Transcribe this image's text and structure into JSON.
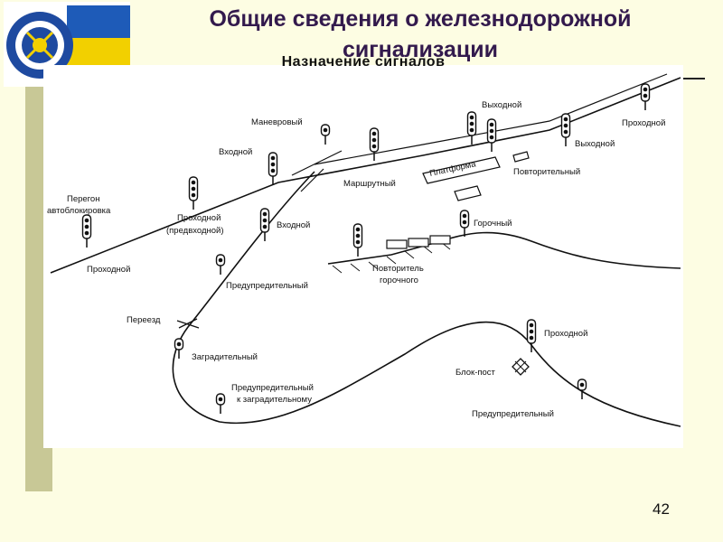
{
  "slide": {
    "title": "Общие сведения о железнодорожной сигнализации",
    "page_number": "42"
  },
  "figure": {
    "title": "Назначение сигналов",
    "labels": {
      "shunting": "Маневровый",
      "entry_top": "Входной",
      "exit_top": "Выходной",
      "pass_top": "Проходной",
      "exit_right": "Выходной",
      "platform": "Платформа",
      "route": "Маршрутный",
      "repeater": "Повторительный",
      "haul_line1": "Перегон",
      "haul_line2": "автоблокировка",
      "pass_pre1": "Проходной",
      "pass_pre2": "(предвходной)",
      "entry_mid": "Входной",
      "hump": "Горочный",
      "pass_left": "Проходной",
      "hump_rep1": "Повторитель",
      "hump_rep2": "горочного",
      "warning_mid": "Предупредительный",
      "crossing": "Переезд",
      "barrier": "Заградительный",
      "warn_barrier1": "Предупредительный",
      "warn_barrier2": "к заградительному",
      "pass_right": "Проходной",
      "blockpost": "Блок-пост",
      "warning_bottom": "Предупредительный"
    }
  },
  "colors": {
    "title": "#331a4d",
    "background": "#fdfde3",
    "side_bar": "#c8c896"
  }
}
